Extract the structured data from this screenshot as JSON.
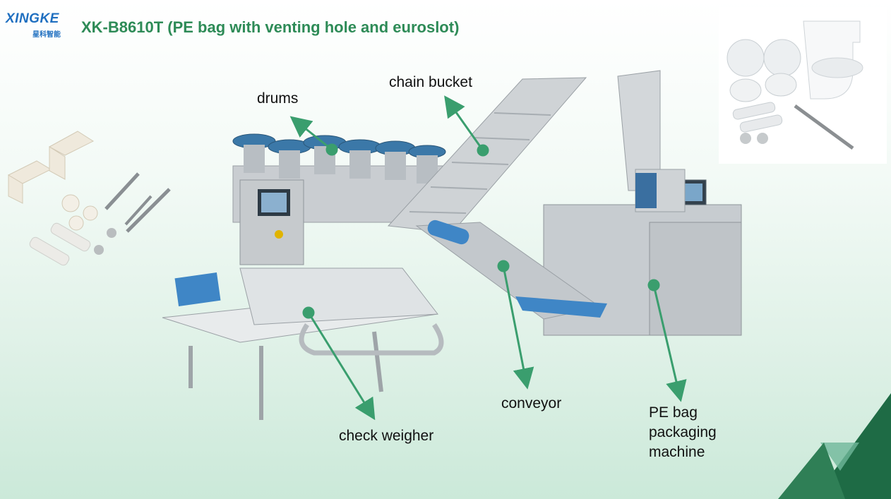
{
  "logo": {
    "brand": "XINGKE",
    "sub": "星科智能"
  },
  "title": "XK-B8610T  (PE bag with venting hole and euroslot)",
  "labels": {
    "drums": "drums",
    "chain_bucket": "chain bucket",
    "check_weigher": "check weigher",
    "conveyor": "conveyor",
    "pe_bag_line1": "PE bag",
    "pe_bag_line2": "packaging",
    "pe_bag_line3": "machine"
  },
  "colors": {
    "title": "#2e8b57",
    "arrow": "#3a9e6e",
    "logo": "#1f6fc0",
    "accent_dark": "#1e6b45"
  }
}
